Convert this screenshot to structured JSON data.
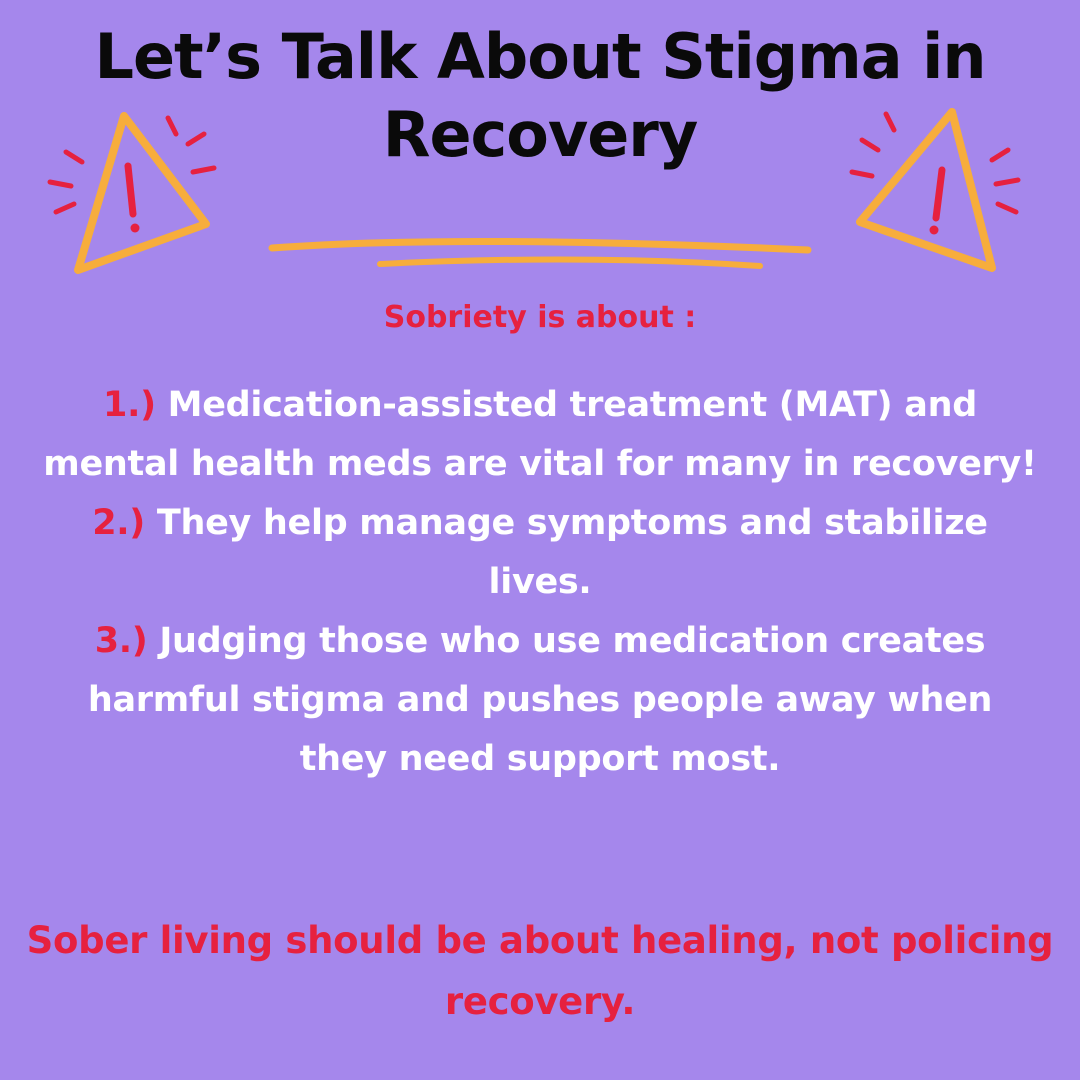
{
  "colors": {
    "background": "#a587ec",
    "accent_red": "#e6213f",
    "accent_orange": "#f7ad3c",
    "title_text": "#0a0a0a",
    "body_text": "#ffffff"
  },
  "icons": {
    "left": "warning-triangle-icon",
    "right": "warning-triangle-icon",
    "underline": "brush-underline"
  },
  "title": {
    "line1": "Let’s Talk About Stigma in",
    "line2": "Recovery"
  },
  "subheading": "Sobriety is about :",
  "points": [
    {
      "number": "1.)",
      "text": "  Medication-assisted treatment (MAT) and mental health meds are vital for many in recovery!"
    },
    {
      "number": "2.)",
      "text": " They help manage symptoms and stabilize lives."
    },
    {
      "number": "3.)",
      "text": " Judging those who use medication creates harmful stigma and pushes people away when they need support most."
    }
  ],
  "closing": "Sober living should be about healing, not policing recovery."
}
